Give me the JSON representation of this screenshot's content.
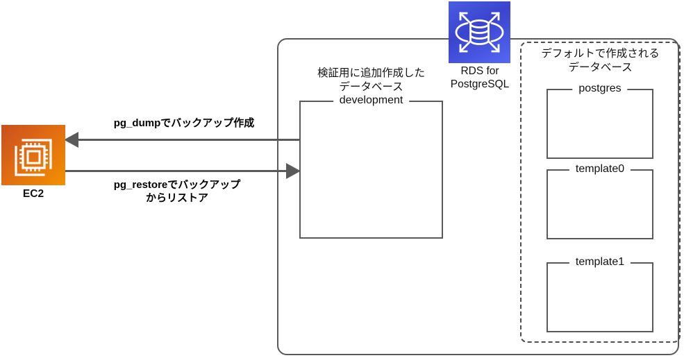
{
  "diagram": {
    "title": "RDS for PostgreSQL databases with EC2 pg_dump / pg_restore flow",
    "colors": {
      "ec2_gradient_start": "#c8501e",
      "ec2_gradient_end": "#f29100",
      "rds_gradient_start": "#4a5ee0",
      "rds_gradient_end": "#5468f5",
      "line": "#5a5a5a",
      "text": "#111111",
      "background": "#ffffff"
    }
  },
  "ec2": {
    "label": "EC2",
    "icon": "ec2-instances-icon"
  },
  "rds": {
    "label": "RDS for\nPostgreSQL",
    "icon": "rds-database-icon"
  },
  "arrows": [
    {
      "name": "pg-dump",
      "label": "pg_dumpでバックアップ作成",
      "direction": "right-to-left"
    },
    {
      "name": "pg-restore",
      "label": "pg_restoreでバックアップ\nからリストア",
      "direction": "left-to-right"
    }
  ],
  "custom_database": {
    "caption": "検証用に追加作成した\nデータベース",
    "name": "development"
  },
  "default_group": {
    "title": "デフォルトで作成される\nデータベース",
    "databases": [
      {
        "name": "postgres"
      },
      {
        "name": "template0"
      },
      {
        "name": "template1"
      }
    ]
  }
}
